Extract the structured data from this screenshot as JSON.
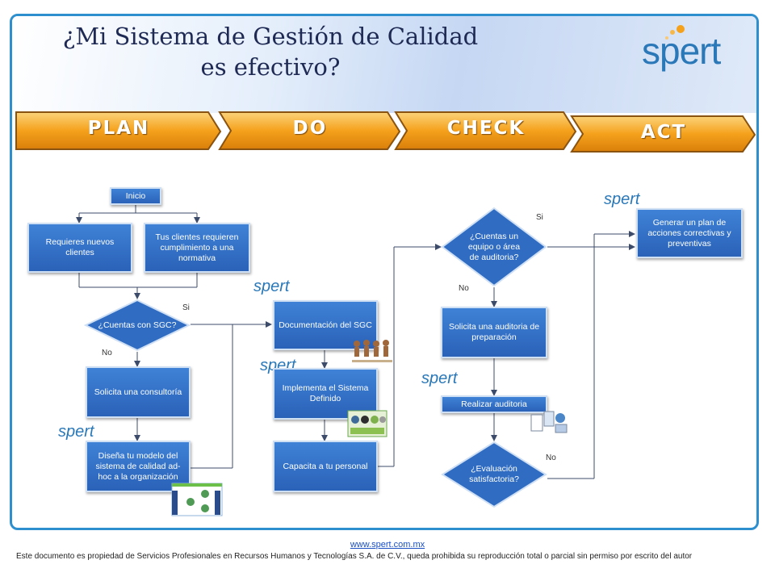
{
  "header": {
    "title_line1": "¿Mi Sistema de Gestión de Calidad",
    "title_line2": "es efectivo?",
    "logo_text": "spert"
  },
  "phases": [
    "PLAN",
    "DO",
    "CHECK",
    "ACT"
  ],
  "nodes": {
    "inicio": "Inicio",
    "requieres_clientes": "Requieres nuevos clientes",
    "tus_clientes": "Tus clientes requieren cumplimiento a una normativa",
    "cuentas_sgc": "¿Cuentas con SGC?",
    "solicita_consultoria": "Solicita una consultoría",
    "disena_modelo": "Diseña tu modelo del sistema de calidad ad-hoc a la organización",
    "documentacion": "Documentación del SGC",
    "implementa": "Implementa el Sistema Definido",
    "capacita": "Capacita a tu personal",
    "cuentas_equipo": "¿Cuentas un equipo o área de auditoria?",
    "solicita_auditoria": "Solicita una auditoria de preparación",
    "realizar_auditoria": "Realizar auditoria",
    "evaluacion": "¿Evaluación satisfactoria?",
    "generar_plan": "Generar un plan de acciones correctivas y preventivas"
  },
  "edge_labels": {
    "si_sgc": "Si",
    "no_sgc": "No",
    "si_equipo": "Si",
    "no_equipo": "No",
    "no_evaluacion": "No"
  },
  "mini_logo_text": "spert",
  "footer": {
    "link": "www.spert.com.mx",
    "notice": "Este documento es propiedad de Servicios Profesionales en Recursos Humanos y Tecnologías S.A. de C.V., queda prohibida su reproducción total o parcial sin permiso por escrito del autor"
  },
  "colors": {
    "frame": "#2e8fcf",
    "box": "#2f6cc2",
    "phase_orange": "#f5a11c",
    "title": "#1f2a54"
  }
}
